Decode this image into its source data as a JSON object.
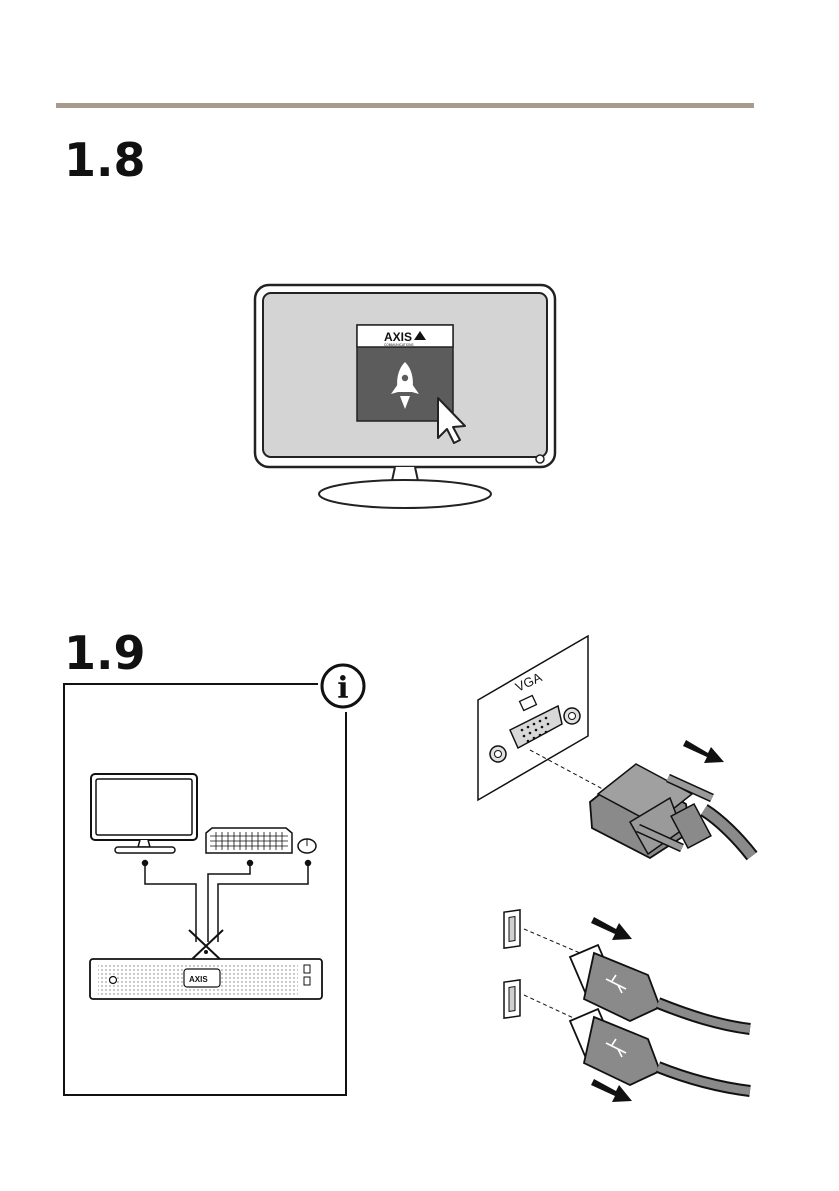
{
  "steps": [
    {
      "number": "1.8"
    },
    {
      "number": "1.9"
    }
  ],
  "launch_illustration": {
    "brand": "AXIS",
    "brand_sub": "COMMUNICATIONS",
    "app_icon": "rocket-icon",
    "pointer_icon": "mouse-pointer-icon"
  },
  "info_panel": {
    "icon": "info-icon",
    "info_symbol": "i",
    "recorder_brand": "AXIS"
  },
  "ports": {
    "vga_label": "VGA",
    "usb_icon": "usb-icon"
  },
  "colors": {
    "rule": "#a89a8c",
    "screen": "#d4d4d4",
    "app_tile": "#5c5c5c",
    "connector": "#8a8a8a"
  }
}
